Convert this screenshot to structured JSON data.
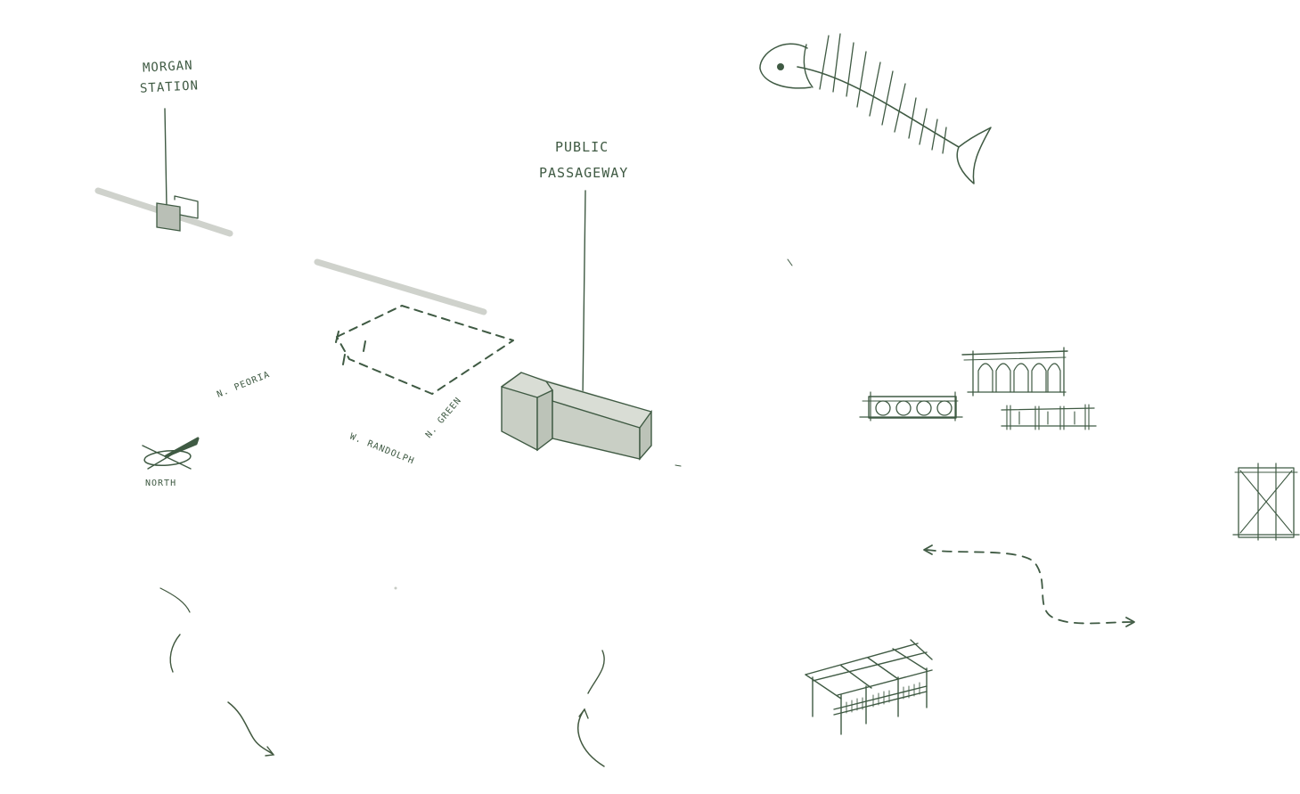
{
  "labels": {
    "morgan_line1": "MORGAN",
    "morgan_line2": "STATION",
    "public_line1": "PUBLIC",
    "public_line2": "PASSAGEWAY",
    "peoria": "N. PEORIA",
    "green": "N. GREEN",
    "randolph": "W. RANDOLPH",
    "north": "NORTH"
  },
  "colors": {
    "ink": "#3f5a43",
    "block_fill": "#cfd4cb",
    "rail": "#cfd2cc",
    "background": "#ffffff"
  }
}
